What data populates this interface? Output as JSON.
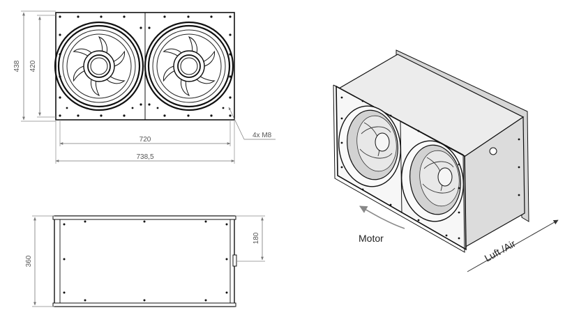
{
  "front_view": {
    "dim_height_outer": "438",
    "dim_height_inner": "420",
    "dim_width_inner": "720",
    "dim_width_outer": "738,5",
    "bolt_note": "4x M8"
  },
  "side_view": {
    "dim_height": "360",
    "dim_half_height": "180"
  },
  "iso_view": {
    "motor_label": "Motor",
    "air_label": "Luft /Air"
  },
  "colors": {
    "line": "#1a1a1a",
    "dim_line": "#777777",
    "dim_text": "#555555",
    "face_light": "#f4f4f4",
    "face_mid": "#e2e2e2",
    "face_dark": "#cfcfcf"
  }
}
